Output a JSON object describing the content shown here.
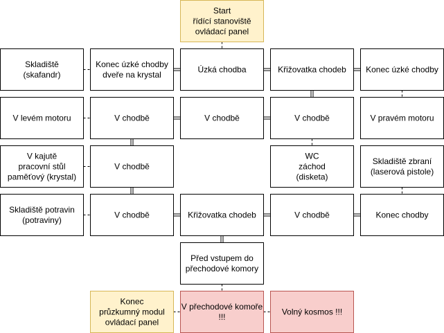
{
  "colors": {
    "default_fill": "#ffffff",
    "default_stroke": "#000000",
    "start_fill": "#fff2cc",
    "start_stroke": "#d6b656",
    "danger_fill": "#f8cecc",
    "danger_stroke": "#b85450"
  },
  "nodes": [
    {
      "id": "start",
      "lines": [
        "Start",
        "řídící stanoviště",
        "ovládací panel"
      ],
      "style": "start"
    },
    {
      "id": "skladiste-skafandr",
      "lines": [
        "Skladiště",
        "(skafandr)"
      ],
      "style": "default"
    },
    {
      "id": "konec-uzke-chodby-dvere",
      "lines": [
        "Konec úzké chodby",
        "dveře na krystal"
      ],
      "style": "default"
    },
    {
      "id": "uzka-chodba",
      "lines": [
        "Úzká chodba"
      ],
      "style": "default"
    },
    {
      "id": "krizovatka-chodeb-top",
      "lines": [
        "Křižovatka chodeb"
      ],
      "style": "default"
    },
    {
      "id": "konec-uzke-chodby",
      "lines": [
        "Konec úzké chodby"
      ],
      "style": "default"
    },
    {
      "id": "v-levem-motoru",
      "lines": [
        "V levém motoru"
      ],
      "style": "default"
    },
    {
      "id": "v-chodbe-r2c2",
      "lines": [
        "V chodbě"
      ],
      "style": "default"
    },
    {
      "id": "v-chodbe-r2c3",
      "lines": [
        "V chodbě"
      ],
      "style": "default"
    },
    {
      "id": "v-chodbe-r2c4",
      "lines": [
        "V chodbě"
      ],
      "style": "default"
    },
    {
      "id": "v-pravem-motoru",
      "lines": [
        "V pravém motoru"
      ],
      "style": "default"
    },
    {
      "id": "v-kajute",
      "lines": [
        "V kajutě",
        "pracovní stůl",
        "paměťový (krystal)"
      ],
      "style": "default"
    },
    {
      "id": "v-chodbe-r3c2",
      "lines": [
        "V chodbě"
      ],
      "style": "default"
    },
    {
      "id": "wc",
      "lines": [
        "WC",
        "záchod",
        "(disketa)"
      ],
      "style": "default"
    },
    {
      "id": "skladiste-zbrani",
      "lines": [
        "Skladiště zbraní",
        "(laserová pistole)"
      ],
      "style": "default"
    },
    {
      "id": "skladiste-potravin",
      "lines": [
        "Skladiště potravin",
        "(potraviny)"
      ],
      "style": "default"
    },
    {
      "id": "v-chodbe-r4c2",
      "lines": [
        "V chodbě"
      ],
      "style": "default"
    },
    {
      "id": "krizovatka-chodeb-bottom",
      "lines": [
        "Křižovatka chodeb"
      ],
      "style": "default"
    },
    {
      "id": "v-chodbe-r4c4",
      "lines": [
        "V chodbě"
      ],
      "style": "default"
    },
    {
      "id": "konec-chodby",
      "lines": [
        "Konec chodby"
      ],
      "style": "default"
    },
    {
      "id": "pred-vstupem",
      "lines": [
        "Před vstupem do",
        "přechodové komory"
      ],
      "style": "default"
    },
    {
      "id": "konec-pruzkumny",
      "lines": [
        "Konec",
        "průzkumný modul",
        "ovládací panel"
      ],
      "style": "start"
    },
    {
      "id": "v-prechodove-komore",
      "lines": [
        "V přechodové komoře",
        "!!!"
      ],
      "style": "danger"
    },
    {
      "id": "volny-kosmos",
      "lines": [
        "Volný kosmos !!!"
      ],
      "style": "danger"
    }
  ],
  "connectors": [
    {
      "from": "start",
      "to": "uzka-chodba",
      "kind": "dashed"
    },
    {
      "from": "skladiste-skafandr",
      "to": "konec-uzke-chodby-dvere",
      "kind": "dashed"
    },
    {
      "from": "konec-uzke-chodby-dvere",
      "to": "uzka-chodba",
      "kind": "double"
    },
    {
      "from": "uzka-chodba",
      "to": "krizovatka-chodeb-top",
      "kind": "double"
    },
    {
      "from": "krizovatka-chodeb-top",
      "to": "konec-uzke-chodby",
      "kind": "double"
    },
    {
      "from": "krizovatka-chodeb-top",
      "to": "v-chodbe-r2c4",
      "kind": "double"
    },
    {
      "from": "konec-uzke-chodby",
      "to": "v-pravem-motoru",
      "kind": "dashed"
    },
    {
      "from": "v-levem-motoru",
      "to": "v-chodbe-r2c2",
      "kind": "dashed"
    },
    {
      "from": "v-chodbe-r2c2",
      "to": "v-chodbe-r2c3",
      "kind": "double"
    },
    {
      "from": "v-chodbe-r2c3",
      "to": "v-chodbe-r2c4",
      "kind": "double"
    },
    {
      "from": "v-chodbe-r2c2",
      "to": "v-chodbe-r3c2",
      "kind": "double"
    },
    {
      "from": "v-chodbe-r2c4",
      "to": "wc",
      "kind": "dashed"
    },
    {
      "from": "v-kajute",
      "to": "v-chodbe-r3c2",
      "kind": "dashed"
    },
    {
      "from": "v-chodbe-r3c2",
      "to": "v-chodbe-r4c2",
      "kind": "double"
    },
    {
      "from": "skladiste-potravin",
      "to": "v-chodbe-r4c2",
      "kind": "dashed"
    },
    {
      "from": "v-chodbe-r4c2",
      "to": "krizovatka-chodeb-bottom",
      "kind": "double"
    },
    {
      "from": "krizovatka-chodeb-bottom",
      "to": "v-chodbe-r4c4",
      "kind": "double"
    },
    {
      "from": "v-chodbe-r4c4",
      "to": "konec-chodby",
      "kind": "double"
    },
    {
      "from": "krizovatka-chodeb-bottom",
      "to": "pred-vstupem",
      "kind": "double"
    },
    {
      "from": "skladiste-zbrani",
      "to": "konec-chodby",
      "kind": "dashed"
    },
    {
      "from": "pred-vstupem",
      "to": "v-prechodove-komore",
      "kind": "dashed"
    },
    {
      "from": "konec-pruzkumny",
      "to": "v-prechodove-komore",
      "kind": "dashed"
    },
    {
      "from": "v-prechodove-komore",
      "to": "volny-kosmos",
      "kind": "dashed"
    }
  ]
}
